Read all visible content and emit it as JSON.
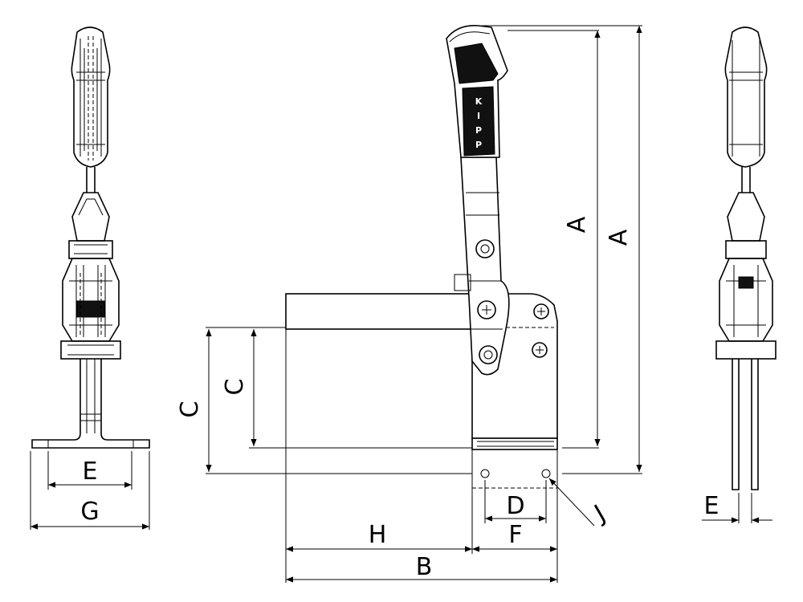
{
  "labels": {
    "A_inner": "A",
    "A_outer": "A",
    "B": "B",
    "C_inner": "C",
    "C_outer": "C",
    "D": "D",
    "E_front": "E",
    "E_side": "E",
    "F": "F",
    "G": "G",
    "H": "H",
    "J": "J"
  },
  "logo": [
    "K",
    "I",
    "P",
    "P"
  ]
}
